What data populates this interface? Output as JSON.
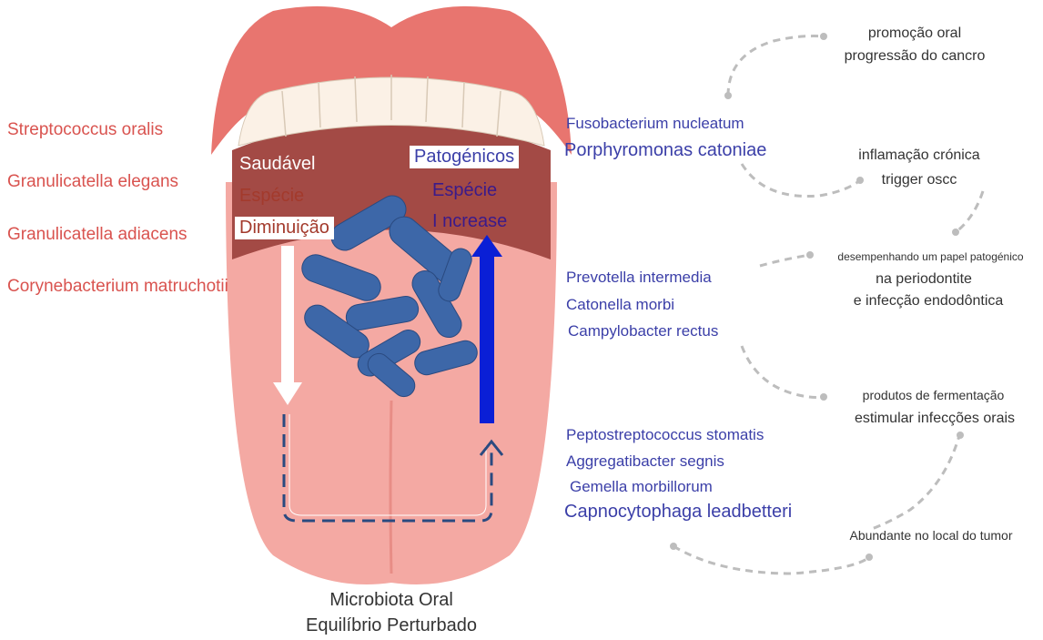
{
  "healthy_species": [
    "Streptococcus oralis",
    "Granulicatella elegans",
    "Granulicatella adiacens",
    "Corynebacterium matruchotii"
  ],
  "tongue_labels": {
    "left": [
      "Saudável",
      "Espécie",
      "Diminuição"
    ],
    "right": [
      "Patogénicos",
      "Espécie",
      "I ncrease"
    ]
  },
  "pathogen_groups": [
    [
      "Fusobacterium nucleatum",
      "Porphyromonas catoniae"
    ],
    [
      "Prevotella intermedia",
      "Catonella morbi",
      "Campylobacter rectus"
    ],
    [
      "Peptostreptococcus stomatis",
      "Aggregatibacter segnis",
      "Gemella morbillorum",
      "Capnocytophaga leadbetteri"
    ]
  ],
  "effects": [
    [
      "promoção oral",
      "progressão do cancro"
    ],
    [
      "inflamação crónica",
      "trigger oscc"
    ],
    [
      "desempenhando um papel patogénico",
      "na periodontite",
      "e infecção endodôntica"
    ],
    [
      "produtos de fermentação",
      "estimular infecções orais"
    ],
    [
      "Abundante no local do tumor"
    ]
  ],
  "caption": [
    "Microbiota Oral",
    "Equilíbrio Perturbado"
  ],
  "colors": {
    "healthy_text": "#d9534f",
    "pathogen_text": "#3b3fa8",
    "increase_arrow": "#0a1fd6",
    "decrease_arrow": "#ffffff",
    "lips": "#e8756f",
    "tongue": "#f4a9a3",
    "bacteria": "#3d67a8"
  }
}
